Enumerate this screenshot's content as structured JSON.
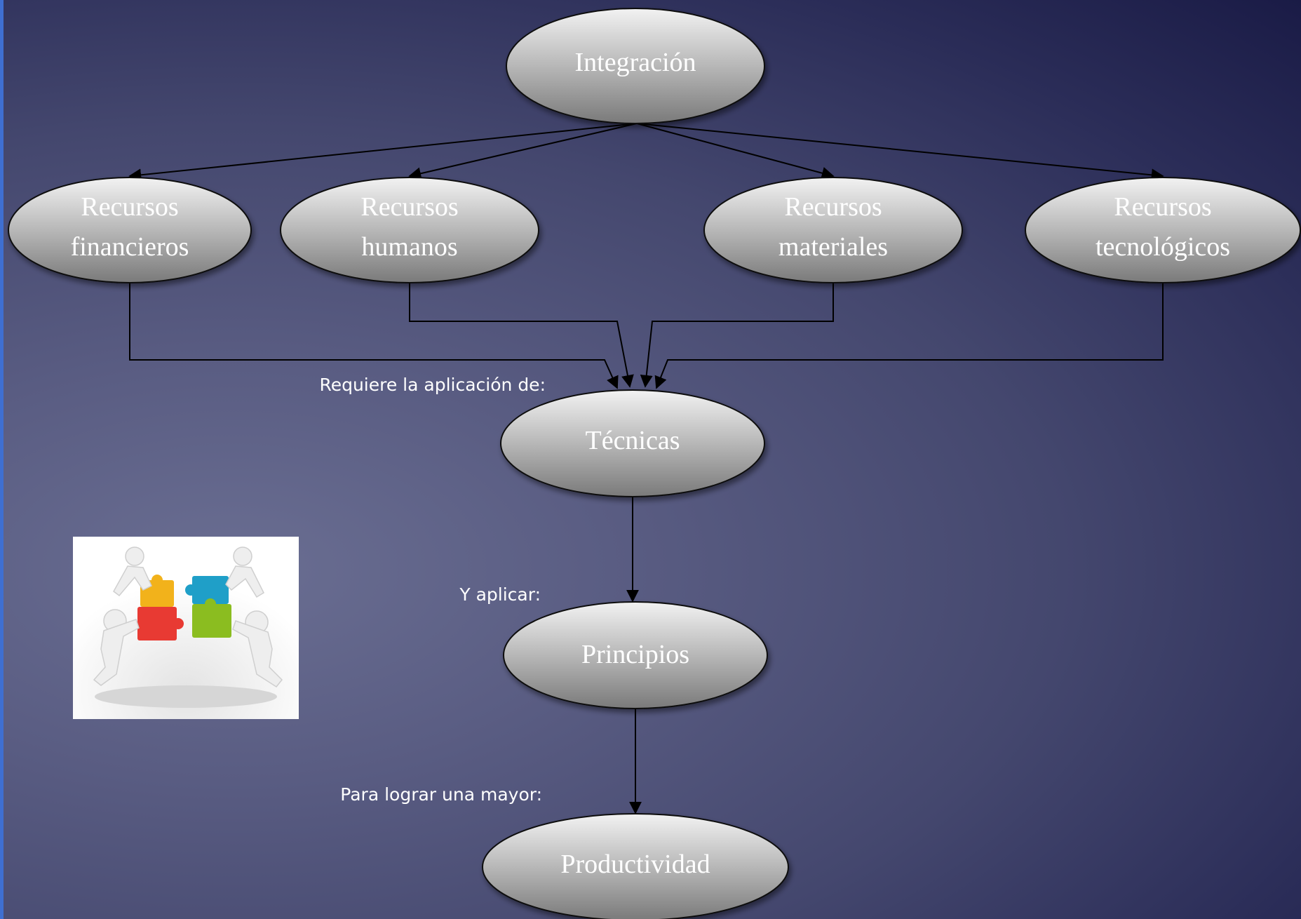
{
  "nodes": {
    "integracion": {
      "lines": [
        "Integración"
      ]
    },
    "financieros": {
      "lines": [
        "Recursos",
        "financieros"
      ]
    },
    "humanos": {
      "lines": [
        "Recursos",
        "humanos"
      ]
    },
    "materiales": {
      "lines": [
        "Recursos",
        "materiales"
      ]
    },
    "tecnologicos": {
      "lines": [
        "Recursos",
        "tecnológicos"
      ]
    },
    "tecnicas": {
      "lines": [
        "Técnicas"
      ]
    },
    "principios": {
      "lines": [
        "Principios"
      ]
    },
    "productividad": {
      "lines": [
        "Productividad"
      ]
    }
  },
  "captions": {
    "requiere": "Requiere la aplicación de:",
    "aplicar": "Y aplicar:",
    "lograr": "Para lograr una mayor:"
  },
  "colors": {
    "accent": "#3f6fd1",
    "node_fill_top": "#f2f2f2",
    "node_fill_bottom": "#7f7f7f",
    "connector": "#000000"
  },
  "image": {
    "icon": "teamwork-puzzle-illustration"
  }
}
